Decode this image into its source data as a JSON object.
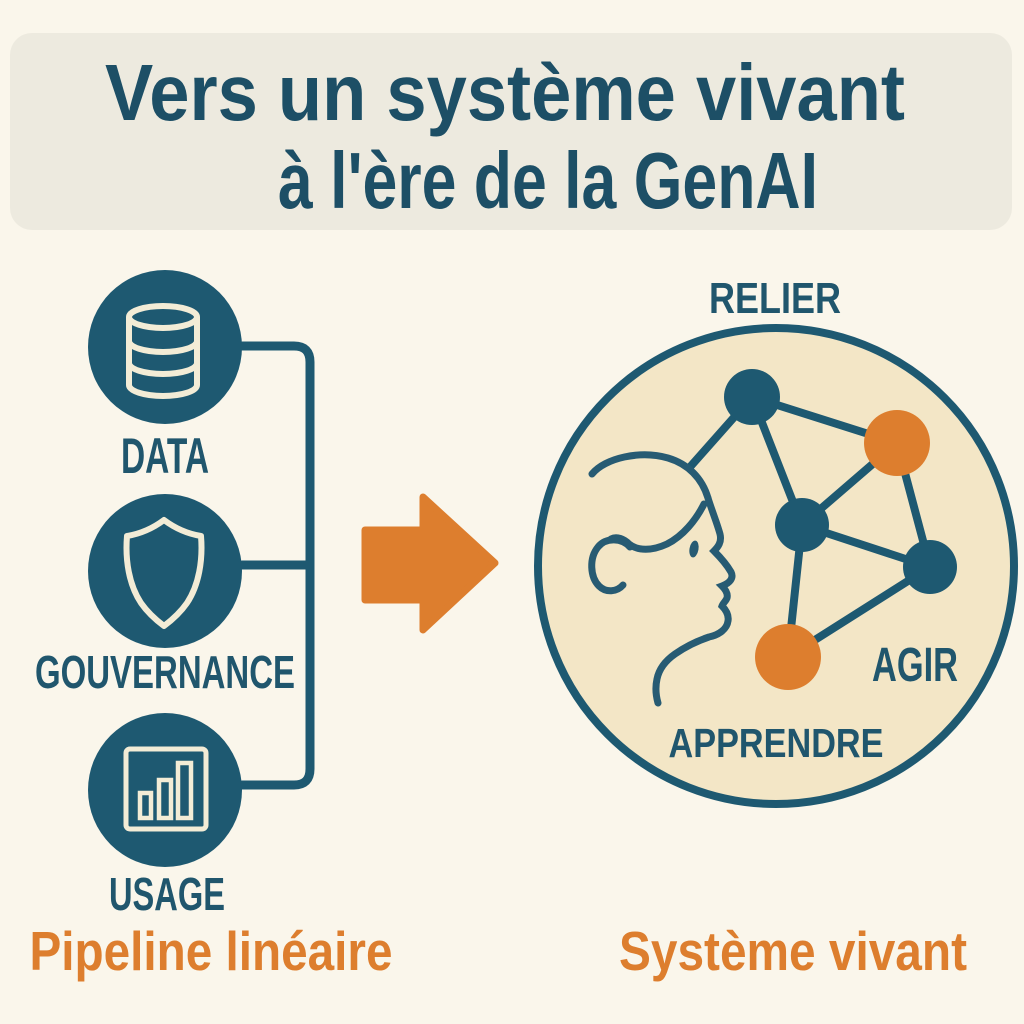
{
  "title": {
    "line1": "Vers un système vivant",
    "line2": "à l'ère de la GenAI"
  },
  "pipeline": {
    "caption": "Pipeline linéaire",
    "stages": [
      {
        "label": "DATA",
        "icon": "database-icon"
      },
      {
        "label": "GOUVERNANCE",
        "icon": "shield-icon"
      },
      {
        "label": "USAGE",
        "icon": "bar-chart-icon"
      }
    ]
  },
  "system": {
    "caption": "Système vivant",
    "node_labels": [
      {
        "label": "RELIER",
        "position": "top-outside"
      },
      {
        "label": "AGIR",
        "position": "inner-right"
      },
      {
        "label": "APPRENDRE",
        "position": "inner-bottom"
      }
    ],
    "network": {
      "teal_node_count": 3,
      "orange_node_count": 2,
      "edge_count": 8
    }
  },
  "colors": {
    "background": "#faf6eb",
    "banner": "#edeadf",
    "teal_shape": "#1e5971",
    "teal_title_text": "#1d4f66",
    "teal_label_text": "#20566d",
    "orange_accent": "#dd7e2e",
    "system_circle_fill": "#f3e6c6",
    "icon_cream": "#f3ecd6"
  }
}
